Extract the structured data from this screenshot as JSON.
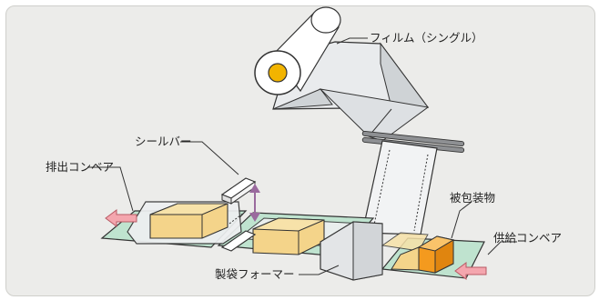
{
  "labels": {
    "film": "フィルム（シングル）",
    "seal_bar": "シールバー",
    "discharge_conveyor": "排出コンベア",
    "packaged_item": "被包装物",
    "supply_conveyor": "供給コンベア",
    "bag_former": "製袋フォーマー"
  },
  "colors": {
    "background": "#ececea",
    "conveyor": "#bfe3cf",
    "product": "#f4d48a",
    "product_orange": "#f49a1e",
    "arrow": "#f4a6ae",
    "seal_bar_arrow": "#9a6a9e",
    "roll_core": "#f2b400"
  }
}
